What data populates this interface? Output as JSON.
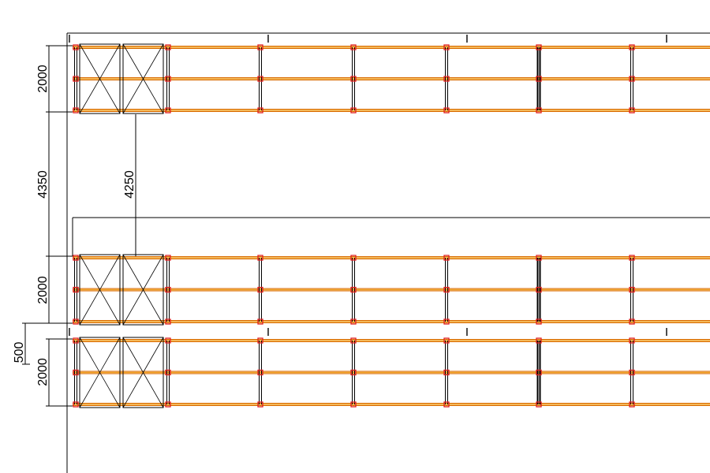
{
  "drawing": {
    "dimensions": {
      "rack_depth_top": "2000",
      "rack_depth_middle": "2000",
      "rack_depth_bottom": "2000",
      "aisle_outer": "4350",
      "aisle_inner": "4250",
      "flue_gap": "500"
    },
    "beam_marker_symbol": "I",
    "racks": [
      "top-rack-row",
      "middle-rack-row",
      "bottom-rack-row"
    ],
    "colors": {
      "beam": "#f0a020",
      "beam_edge": "#d86a00",
      "upright_node": "#e02020",
      "line": "#000000"
    }
  }
}
